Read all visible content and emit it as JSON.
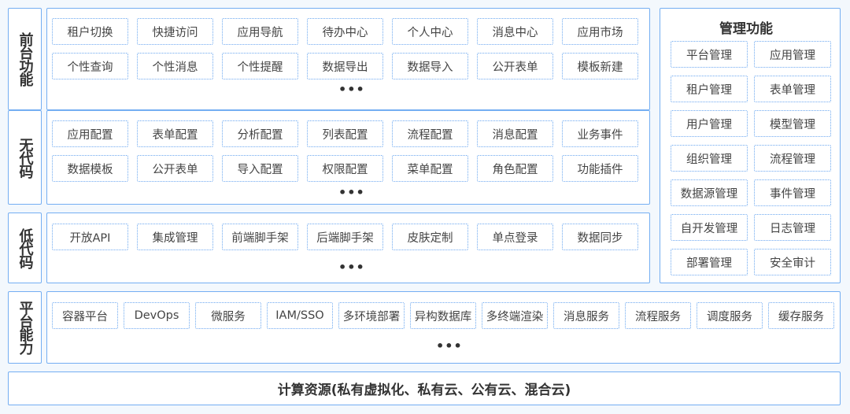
{
  "layers": [
    {
      "label": "前台功能",
      "rows": [
        [
          "租户切换",
          "快捷访问",
          "应用导航",
          "待办中心",
          "个人中心",
          "消息中心",
          "应用市场"
        ],
        [
          "个性查询",
          "个性消息",
          "个性提醒",
          "数据导出",
          "数据导入",
          "公开表单",
          "模板新建"
        ]
      ],
      "more": "•••"
    },
    {
      "label": "无代码",
      "rows": [
        [
          "应用配置",
          "表单配置",
          "分析配置",
          "列表配置",
          "流程配置",
          "消息配置",
          "业务事件"
        ],
        [
          "数据模板",
          "公开表单",
          "导入配置",
          "权限配置",
          "菜单配置",
          "角色配置",
          "功能插件"
        ]
      ],
      "more": "•••"
    },
    {
      "label": "低代码",
      "rows": [
        [
          "开放API",
          "集成管理",
          "前端脚手架",
          "后端脚手架",
          "皮肤定制",
          "单点登录",
          "数据同步"
        ]
      ],
      "more": "•••"
    },
    {
      "label": "平台能力",
      "rows": [
        [
          "容器平台",
          "DevOps",
          "微服务",
          "IAM/SSO",
          "多环境部署",
          "异构数据库",
          "多终端渲染",
          "消息服务",
          "流程服务",
          "调度服务",
          "缓存服务"
        ]
      ],
      "more": "•••"
    }
  ],
  "management": {
    "title": "管理功能",
    "items": [
      "平台管理",
      "应用管理",
      "租户管理",
      "表单管理",
      "用户管理",
      "模型管理",
      "组织管理",
      "流程管理",
      "数据源管理",
      "事件管理",
      "自开发管理",
      "日志管理",
      "部署管理",
      "安全审计"
    ]
  },
  "bottom": "计算资源(私有虚拟化、私有云、公有云、混合云)"
}
